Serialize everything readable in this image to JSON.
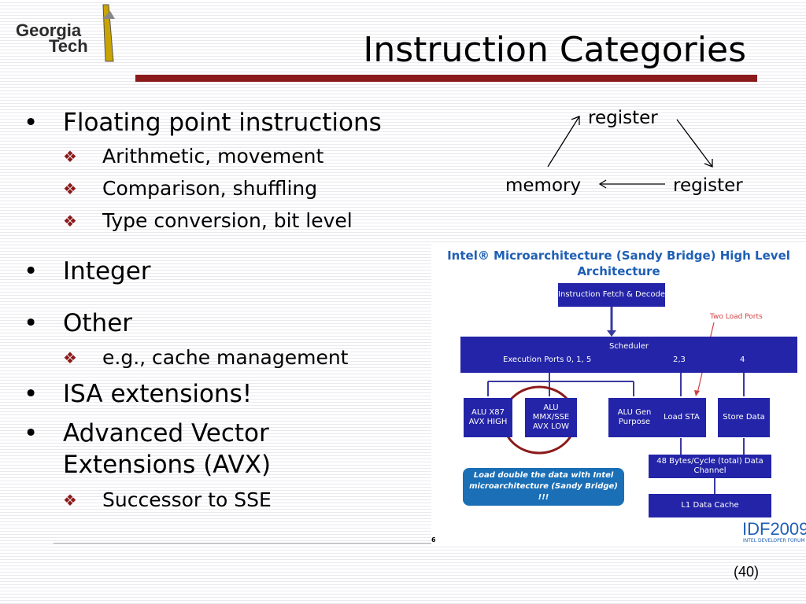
{
  "logo": {
    "line1": "Georgia",
    "line2": "Tech"
  },
  "title": "Instruction Categories",
  "bullets": [
    {
      "text": "Floating point instructions",
      "subs": [
        "Arithmetic, movement",
        "Comparison, shuffling",
        "Type conversion, bit level"
      ]
    },
    {
      "text": "Integer",
      "subs": []
    },
    {
      "text": "Other",
      "subs": [
        "e.g., cache management"
      ]
    },
    {
      "text": "ISA extensions!",
      "subs": []
    },
    {
      "text": "Advanced Vector Extensions (AVX)",
      "subs": [
        "Successor to SSE"
      ]
    }
  ],
  "flow": {
    "top": "register",
    "left": "memory",
    "right": "register"
  },
  "diagram": {
    "title_line1": "Intel® Microarchitecture (Sandy Bridge) High Level",
    "title_line2": "Architecture",
    "fetch": "Instruction Fetch & Decode",
    "load_ports_note": "Two Load Ports",
    "scheduler": "Scheduler",
    "exec_ports": "Execution Ports 0, 1, 5",
    "port_23": "2,3",
    "port_4": "4",
    "alu1": "ALU X87 AVX HIGH",
    "alu2": "ALU MMX/SSE AVX LOW",
    "alu3": "ALU Gen Purpose",
    "load": "Load STA",
    "store": "Store Data",
    "channel": "48 Bytes/Cycle (total) Data Channel",
    "l1": "L1 Data Cache",
    "callout": "Load double the data with Intel microarchitecture (Sandy Bridge) !!!",
    "idf": "IDF2009",
    "idf_sub": "INTEL DEVELOPER FORUM",
    "small_num": "6",
    "colors": {
      "block": "#2424a8",
      "title": "#1f5fb4",
      "note": "#d04040",
      "circle": "#8b1a1a"
    }
  },
  "page_number": "(40)",
  "colors": {
    "accent": "#8b1a1a"
  }
}
